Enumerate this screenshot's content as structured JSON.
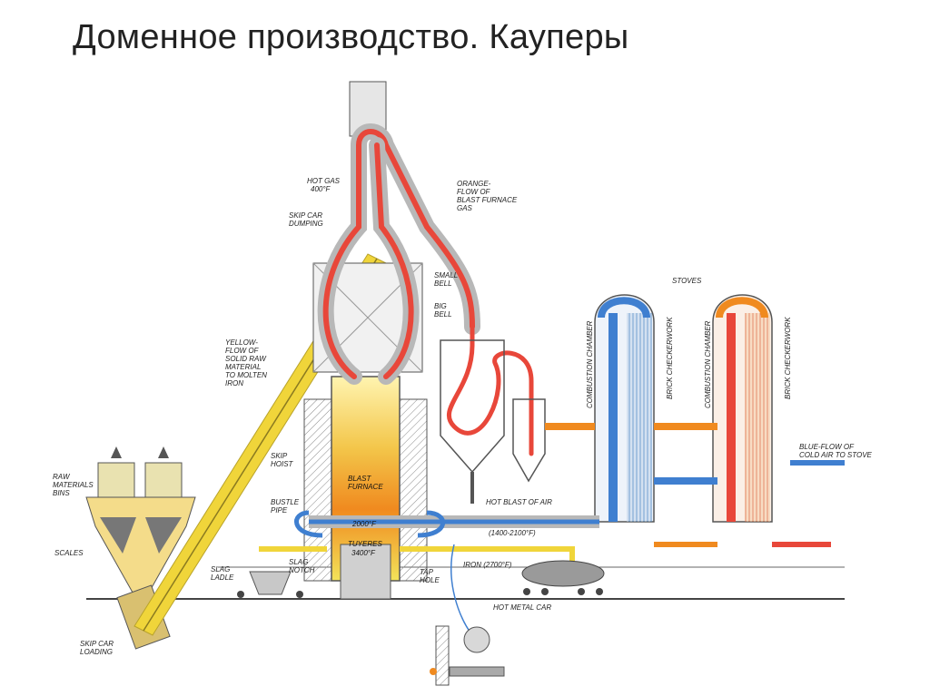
{
  "title": "Доменное производство. Кауперы",
  "diagram": {
    "labels": {
      "hot_gas": [
        "HOT GAS",
        "400°F"
      ],
      "skip_car_dumping": [
        "SKIP CAR",
        "DUMPING"
      ],
      "orange_flow": [
        "ORANGE-",
        "FLOW OF",
        "BLAST FURNACE",
        "GAS"
      ],
      "small_bell": [
        "SMALL",
        "BELL"
      ],
      "big_bell": [
        "BIG",
        "BELL"
      ],
      "stoves": "STOVES",
      "yellow_flow": [
        "YELLOW-",
        "FLOW OF",
        "SOLID RAW",
        "MATERIAL",
        "TO MOLTEN",
        "IRON"
      ],
      "combustion_chamber": "COMBUSTION CHAMBER",
      "brick_checkerwork": "BRICK CHECKERWORK",
      "skip_hoist": [
        "SKIP",
        "HOIST"
      ],
      "blast_furnace": [
        "BLAST",
        "FURNACE"
      ],
      "raw_materials_bins": [
        "RAW",
        "MATERIALS",
        "BINS"
      ],
      "bustle_pipe": [
        "BUSTLE",
        "PIPE"
      ],
      "hot_blast": "HOT BLAST OF AIR",
      "hot_blast_temp": "(1400-2100°F)",
      "blue_flow": [
        "BLUE-FLOW OF",
        "COLD AIR TO STOVE"
      ],
      "temp_2000": "2000°F",
      "tuyeres": [
        "TUYERES",
        "3400°F"
      ],
      "scales": "SCALES",
      "slag_ladle": [
        "SLAG",
        "LADLE"
      ],
      "slag_notch": [
        "SLAG",
        "NOTCH"
      ],
      "tap_hole": [
        "TAP",
        "HOLE"
      ],
      "iron": "IRON (2700°F)",
      "hot_metal_car": "HOT METAL CAR",
      "skip_car_loading": [
        "SKIP CAR",
        "LOADING"
      ]
    },
    "colors": {
      "hot_gas": "#e8473a",
      "cold_air": "#3f7fd0",
      "raw_material": "#f0d53a",
      "structure": "#555555",
      "furnace_hot": "#f7a21f",
      "furnace_core": "#f3e35a"
    }
  }
}
